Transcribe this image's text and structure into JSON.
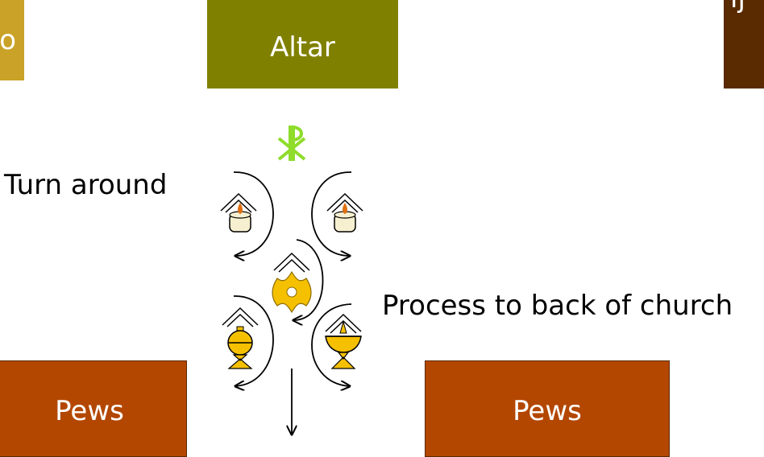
{
  "blocks": {
    "left_block_text": "o",
    "altar_label": "Altar",
    "right_block_text": "ij",
    "pews_left_label": "Pews",
    "pews_right_label": "Pews"
  },
  "annotations": {
    "turn_around": "Turn around",
    "process": "Process to back of church"
  },
  "colors": {
    "altar": "#808000",
    "left_block": "#c9a227",
    "right_block": "#5a2a00",
    "pews": "#b34700",
    "chi_rho": "#8fdc2a",
    "gold": "#f5c000",
    "candle": "#f7f0d0",
    "flame": "#e07010"
  },
  "icons": [
    "chi-rho-icon",
    "candle-icon",
    "processional-cross-icon",
    "thurible-icon",
    "incense-boat-icon",
    "arrow-icon"
  ]
}
